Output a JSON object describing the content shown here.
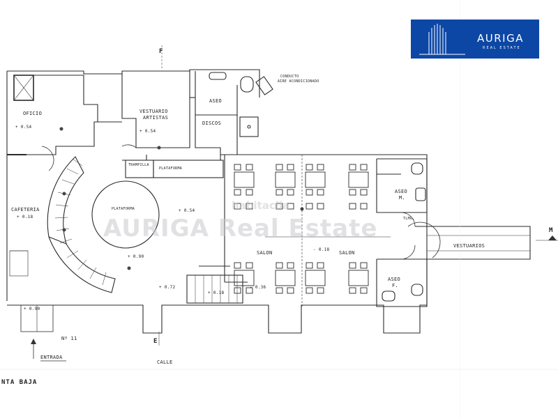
{
  "logo": {
    "name": "AURIGA",
    "subtitle": "REAL ESTATE",
    "background": "#0d47a6",
    "text_color": "#ffffff"
  },
  "watermark": {
    "main": "AURIGA Real Estate",
    "secondary": "habitaclia"
  },
  "plan": {
    "rooms": {
      "oficio": "OFICIO",
      "vestuario_artistas_1": "VESTUARIO",
      "vestuario_artistas_2": "ARTISTAS",
      "aseo_top": "ASEO",
      "discos": "DISCOS",
      "conducto_1": "CONDUCTO",
      "conducto_2": "AIRE ACONDICIONADO",
      "tramoya": "TRAMPILLA",
      "plataforma": "PLATAFORMA",
      "plataforma_round": "PLATAFORMA",
      "cafeteria": "CAFETERIA",
      "aseo_m_1": "ASEO",
      "aseo_m_2": "M.",
      "aseo_f_1": "ASEO",
      "aseo_f_2": "F.",
      "tlmo": "TLMO.",
      "salon_left": "SALON",
      "salon_right": "SALON",
      "vestuarios": "VESTUARIOS",
      "entrada": "ENTRADA",
      "calle": "CALLE",
      "numero": "Nº 11",
      "floor_name": "NTA BAJA"
    },
    "levels": {
      "l1": "+ 0.54",
      "l2": "+ 0.54",
      "l3": "+ 0.54",
      "l4": "+ 0.18",
      "l5": "+ 0.90",
      "l6": "+ 0.72",
      "l7": "+ 0.18",
      "l8": "- 0.36",
      "l9": "- 0.18",
      "l10": "+ 0.90"
    },
    "section_marks": {
      "f": "F",
      "e": "E",
      "m": "M"
    }
  }
}
